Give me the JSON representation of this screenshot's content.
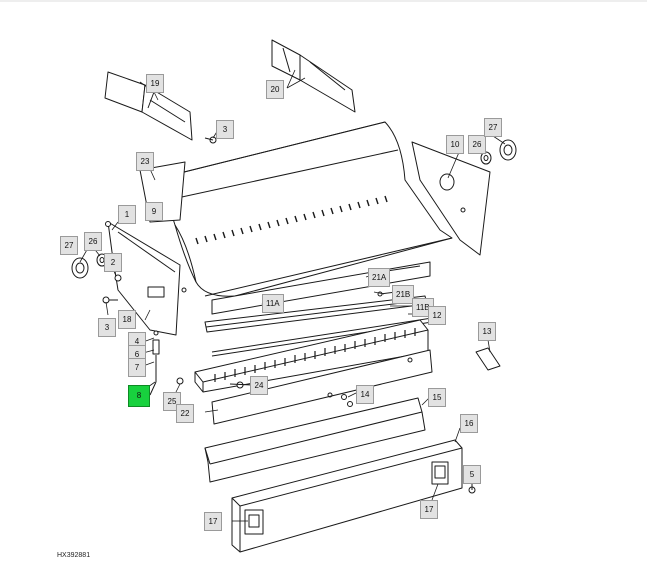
{
  "figure_id": "HX392881",
  "callouts": {
    "c1": "1",
    "c2": "2",
    "c3a": "3",
    "c3b": "3",
    "c4": "4",
    "c5": "5",
    "c6": "6",
    "c7": "7",
    "c8": "8",
    "c9": "9",
    "c10": "10",
    "c11a": "11A",
    "c11b": "11B",
    "c12": "12",
    "c13": "13",
    "c14": "14",
    "c15": "15",
    "c16": "16",
    "c17a": "17",
    "c17b": "17",
    "c18": "18",
    "c19": "19",
    "c20": "20",
    "c21a": "21A",
    "c21b": "21B",
    "c22": "22",
    "c23": "23",
    "c24": "24",
    "c25": "25",
    "c26a": "26",
    "c26b": "26",
    "c27a": "27",
    "c27b": "27"
  },
  "highlighted_callout": "8",
  "colors": {
    "highlight": "#18d13e",
    "callout_bg": "#e2e2e2",
    "line": "#1a1a1a"
  }
}
